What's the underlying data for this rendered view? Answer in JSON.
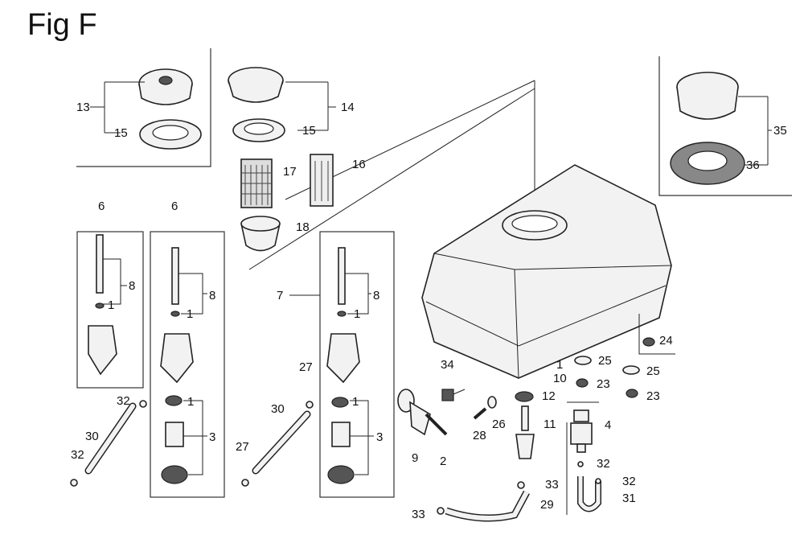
{
  "figure": {
    "title": "Fig F"
  },
  "labels": {
    "l13": "13",
    "l15a": "15",
    "l14": "14",
    "l15b": "15",
    "l16": "16",
    "l17": "17",
    "l18": "18",
    "l35": "35",
    "l36": "36",
    "l6a": "6",
    "l8a": "8",
    "l1a": "1",
    "l6b": "6",
    "l8b": "8",
    "l1b": "1",
    "l1c": "1",
    "l3a": "3",
    "l7": "7",
    "l8c": "8",
    "l1d": "1",
    "l1e": "1",
    "l3b": "3",
    "l32a": "32",
    "l30a": "30",
    "l32b": "32",
    "l27a": "27",
    "l30b": "30",
    "l27b": "27",
    "l34": "34",
    "l9": "9",
    "l2": "2",
    "l28": "28",
    "l26": "26",
    "l12": "12",
    "l10": "10",
    "l1f": "1",
    "l11": "11",
    "l25a": "25",
    "l25b": "25",
    "l23a": "23",
    "l23b": "23",
    "l24": "24",
    "l4": "4",
    "l32c": "32",
    "l32d": "32",
    "l31": "31",
    "l33a": "33",
    "l33b": "33",
    "l29": "29"
  }
}
